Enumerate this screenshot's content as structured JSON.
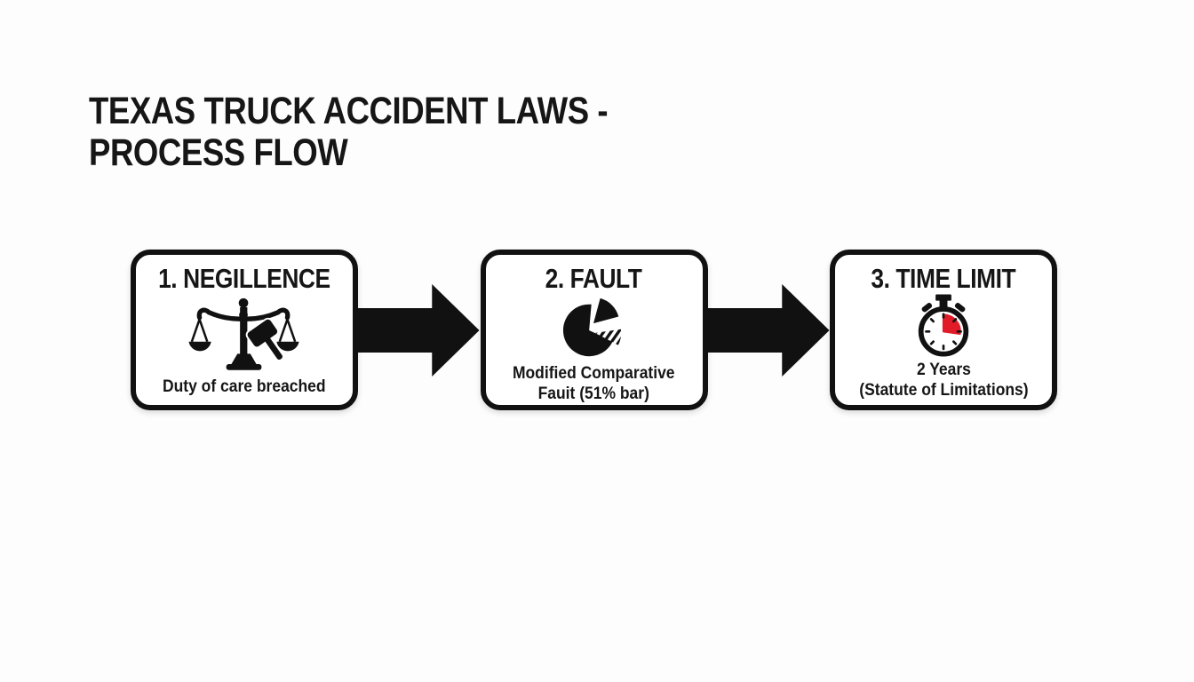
{
  "title": {
    "line1": "TEXAS TRUCK ACCIDENT LAWS -",
    "line2": "PROCESS FLOW"
  },
  "colors": {
    "ink": "#161616",
    "box_border": "#111111",
    "box_fill": "#ffffff",
    "background": "#fdfdfd",
    "accent_red": "#e11b28"
  },
  "flow": {
    "connector_icon": "arrow-right-icon",
    "steps": [
      {
        "heading": "1. NEGILLENCE",
        "icon": "scales-gavel-icon",
        "caption_lines": [
          "Duty of care breached"
        ]
      },
      {
        "heading": "2. FAULT",
        "icon": "pie-chart-icon",
        "caption_lines": [
          "Modified Comparative",
          "Fauit (51% bar)"
        ]
      },
      {
        "heading": "3. TIME LIMIT",
        "icon": "stopwatch-icon",
        "caption_lines": [
          "2 Years",
          "(Statute of Limitations)"
        ]
      }
    ]
  }
}
